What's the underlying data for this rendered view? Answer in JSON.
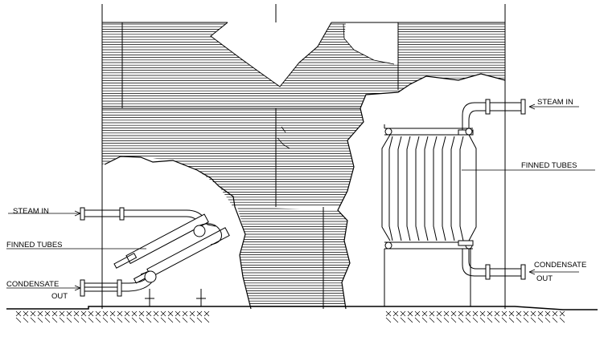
{
  "labels": {
    "steam_in_left": "STEAM IN",
    "finned_tubes_left": "FINNED TUBES",
    "condensate_left_1": "CONDENSATE",
    "condensate_left_2": "OUT",
    "steam_in_right": "STEAM IN",
    "finned_tubes_right": "FINNED TUBES",
    "condensate_right_1": "CONDENSATE",
    "condensate_right_2": "OUT"
  },
  "colors": {
    "line": "#000000",
    "background": "#ffffff"
  }
}
